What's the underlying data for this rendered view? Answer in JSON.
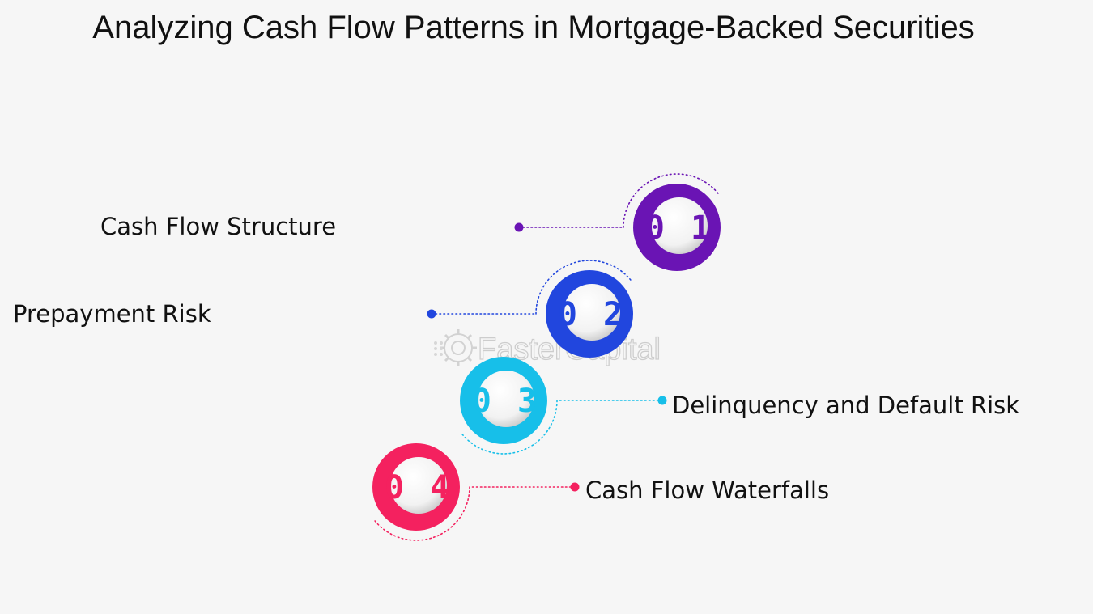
{
  "title": "Analyzing Cash Flow Patterns in Mortgage-Backed Securities",
  "watermark": {
    "text": "FasterCapital",
    "icon": "gear-icon"
  },
  "steps": [
    {
      "number": "01",
      "label": "Cash Flow Structure",
      "color": "#6a14b4",
      "label_side": "left"
    },
    {
      "number": "02",
      "label": "Prepayment Risk",
      "color": "#2146de",
      "label_side": "left"
    },
    {
      "number": "03",
      "label": "Delinquency and Default Risk",
      "color": "#17bfe9",
      "label_side": "right"
    },
    {
      "number": "04",
      "label": "Cash Flow Waterfalls",
      "color": "#f4215f",
      "label_side": "right"
    }
  ]
}
